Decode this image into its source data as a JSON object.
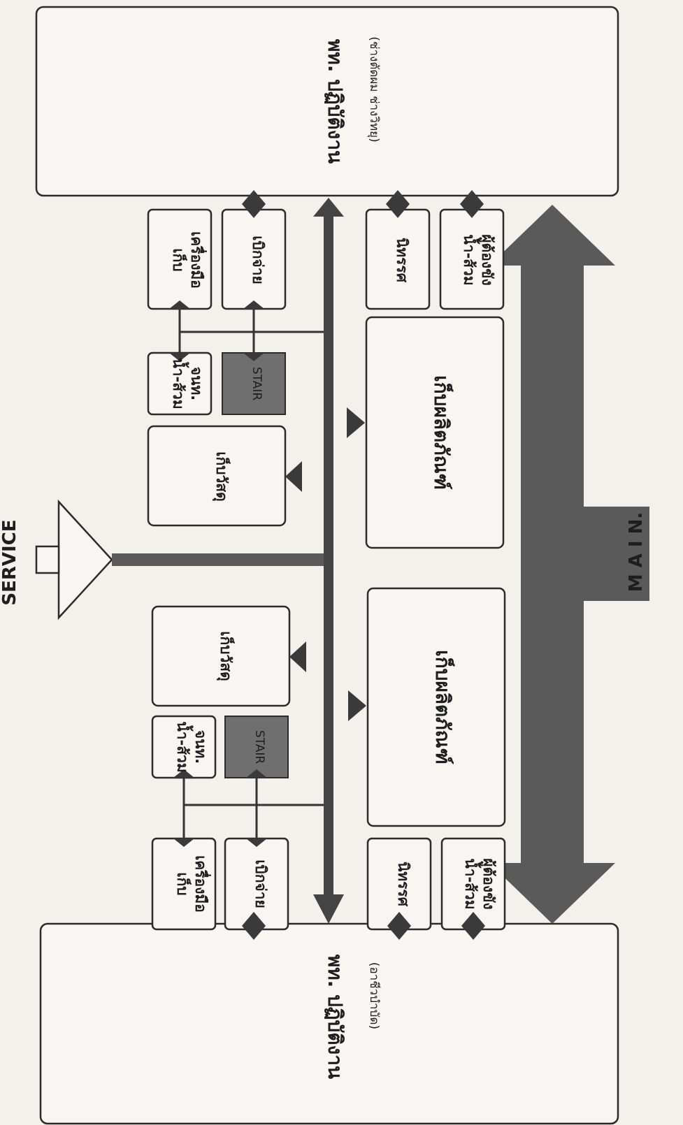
{
  "labels": {
    "service": "SERVICE",
    "main": "M A I N.",
    "dept_top": "พท. ปฏิบัติงาน",
    "dept_top_sub": "(ช่างตัดผม  ช่างวิทยุ)",
    "dept_bottom": "พท. ปฏิบัติงาน",
    "dept_bottom_sub": "(อาชีวบำบัด)",
    "tool_store_top_1": "เก็บ",
    "tool_store_top_2": "เครื่องมือ",
    "tool_store_bottom_1": "เก็บ",
    "tool_store_bottom_2": "เครื่องมือ",
    "dispense_top": "เบิกจ่าย",
    "dispense_bottom": "เบิกจ่าย",
    "toilet_top_1": "น้ำ-ส้วม",
    "toilet_top_2": "จนท.",
    "toilet_bottom_1": "น้ำ-ส้วม",
    "toilet_bottom_2": "จนท.",
    "stair_top": "STAIR",
    "stair_bottom": "STAIR",
    "material_top": "เก็บวัสดุ",
    "material_bottom": "เก็บวัสดุ",
    "product_top": "เก็บผลิตภัณฑ์",
    "product_bottom": "เก็บผลิตภัณฑ์",
    "exhibit_top": "นิทรรศ",
    "exhibit_bottom": "นิทรรศ",
    "inmate_toilet_top_1": "น้ำ-ส้วม",
    "inmate_toilet_top_2": "ผู้ต้องขัง",
    "inmate_toilet_bottom_1": "น้ำ-ส้วม",
    "inmate_toilet_bottom_2": "ผู้ต้องขัง"
  },
  "colors": {
    "main_arrow": "#5a5a5a",
    "stair_fill": "#6f6f6f",
    "line": "#333333",
    "paper": "#f3f1ec"
  }
}
